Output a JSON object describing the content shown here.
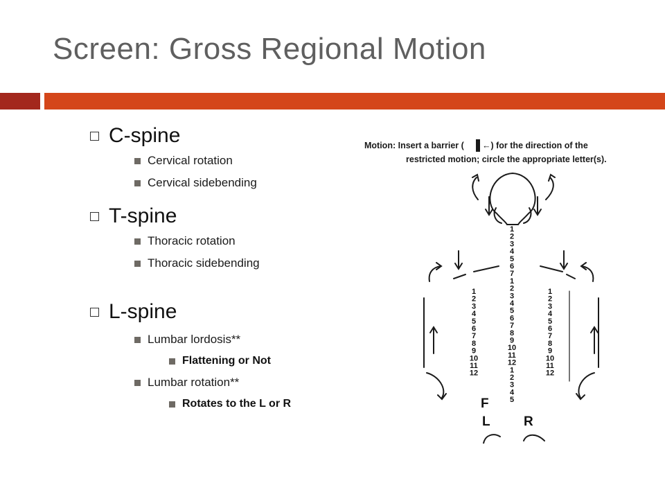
{
  "slide": {
    "title": "Screen:  Gross Regional Motion"
  },
  "outline": {
    "cspine": {
      "label": "C-spine",
      "items": [
        "Cervical rotation",
        "Cervical sidebending"
      ]
    },
    "tspine": {
      "label": "T-spine",
      "items": [
        "Thoracic rotation",
        "Thoracic sidebending"
      ]
    },
    "lspine": {
      "label": "L-spine",
      "item1": "Lumbar lordosis**",
      "sub1": "Flattening or Not",
      "item2": "Lumbar rotation**",
      "sub2": "Rotates to the L or R"
    }
  },
  "diagram": {
    "caption_line1_a": "Motion:   Insert a barrier (",
    "caption_line1_b": "←) for the direction of the",
    "caption_line2": "restricted motion; circle the appropriate letter(s).",
    "cervical_numbers": [
      "1",
      "2",
      "3",
      "4",
      "5",
      "6",
      "7"
    ],
    "thoracic_numbers": [
      "1",
      "2",
      "3",
      "4",
      "5",
      "6",
      "7",
      "8",
      "9",
      "10",
      "11",
      "12"
    ],
    "lumbar_numbers": [
      "1",
      "2",
      "3",
      "4",
      "5"
    ],
    "letter_f": "F",
    "letter_l": "L",
    "letter_r": "R"
  },
  "colors": {
    "title": "#5f5f5f",
    "bar_dark": "#a3281d",
    "bar_accent": "#d4461a"
  }
}
